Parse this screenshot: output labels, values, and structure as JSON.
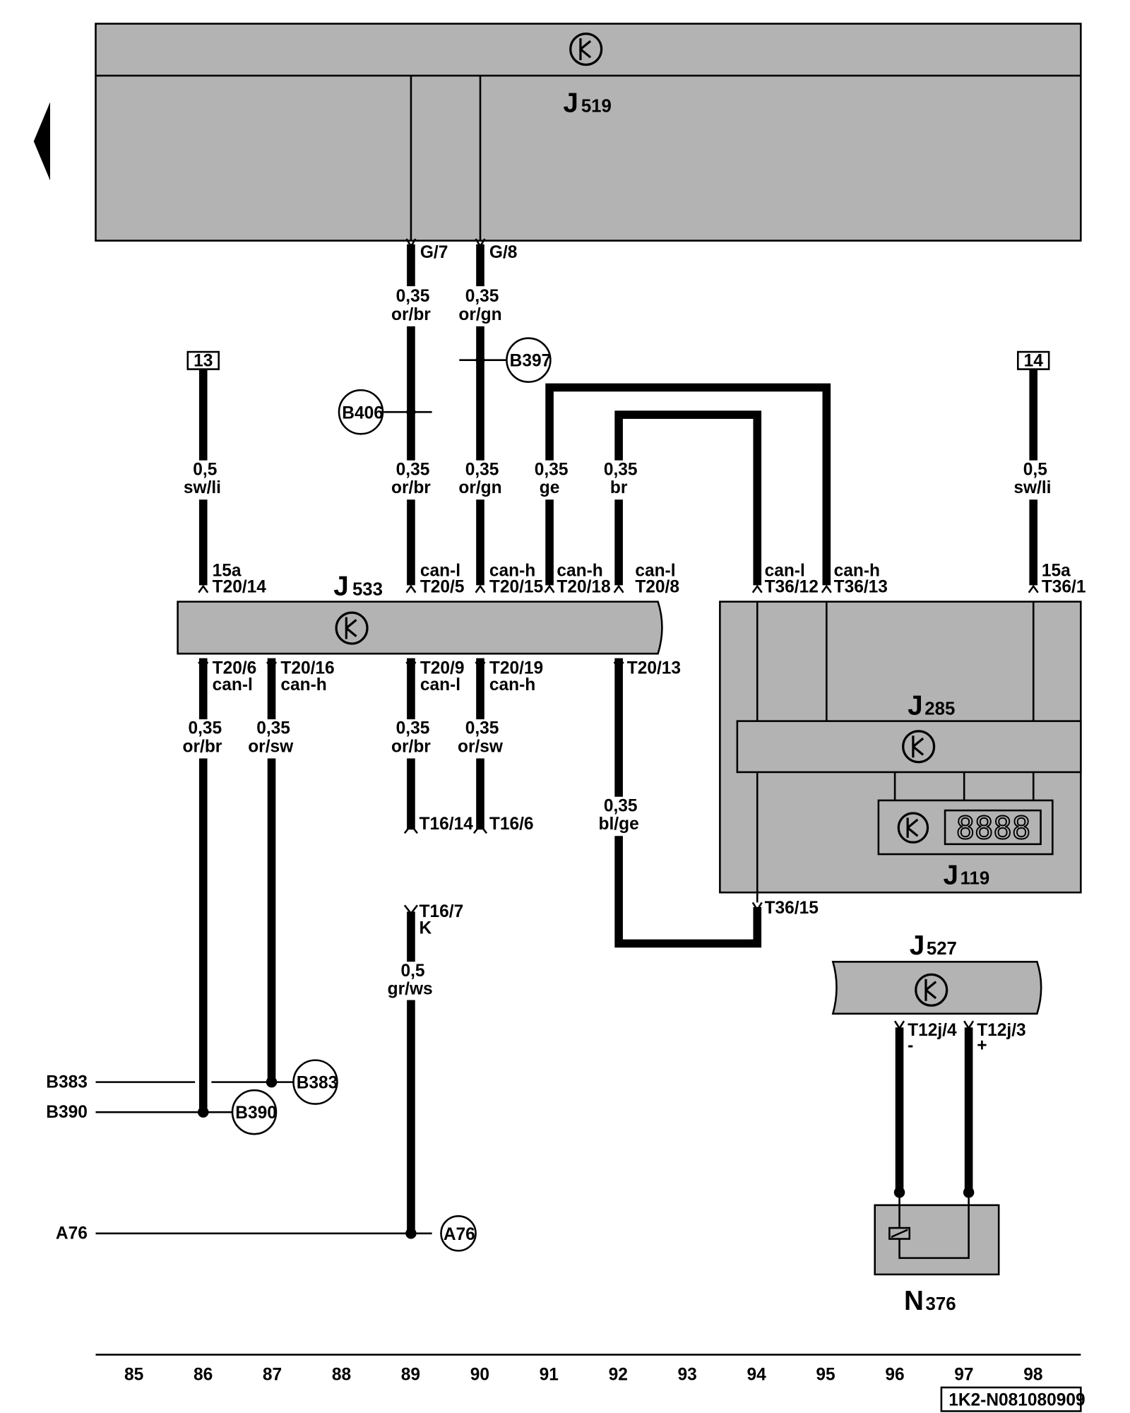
{
  "components": {
    "j519": {
      "letter": "J",
      "number": "519"
    },
    "j533": {
      "letter": "J",
      "number": "533"
    },
    "j285": {
      "letter": "J",
      "number": "285"
    },
    "j119": {
      "letter": "J",
      "number": "119",
      "display": "8888"
    },
    "j527": {
      "letter": "J",
      "number": "527"
    },
    "n376": {
      "letter": "N",
      "number": "376"
    }
  },
  "refs": {
    "r13": "13",
    "r14": "14"
  },
  "pins": {
    "g7": "G/7",
    "g8": "G/8",
    "c86_top_func": "15a",
    "c86_top_pin": "T20/14",
    "c89_top_func": "can-l",
    "c89_top_pin": "T20/5",
    "c90_top_func": "can-h",
    "c90_top_pin": "T20/15",
    "c91_top_func": "can-h",
    "c91_top_pin": "T20/18",
    "c92_top_func": "can-l",
    "c92_top_pin": "T20/8",
    "c94_top_func": "can-l",
    "c94_top_pin": "T36/12",
    "c95_top_func": "can-h",
    "c95_top_pin": "T36/13",
    "c98_top_func": "15a",
    "c98_top_pin": "T36/1",
    "c86_bot_pin": "T20/6",
    "c86_bot_func": "can-l",
    "c87_bot_pin": "T20/16",
    "c87_bot_func": "can-h",
    "c89_bot_pin": "T20/9",
    "c89_bot_func": "can-l",
    "c90_bot_pin": "T20/19",
    "c90_bot_func": "can-h",
    "c92_bot_pin": "T20/13",
    "t16_14": "T16/14",
    "t16_6": "T16/6",
    "t16_7": "T16/7",
    "t16_7_k": "K",
    "t36_15": "T36/15",
    "t12j4": "T12j/4",
    "t12j4_sign": "-",
    "t12j3": "T12j/3",
    "t12j3_sign": "+"
  },
  "wires": {
    "w89a": {
      "gauge": "0,35",
      "color": "or/br"
    },
    "w90a": {
      "gauge": "0,35",
      "color": "or/gn"
    },
    "w86a": {
      "gauge": "0,5",
      "color": "sw/li"
    },
    "w89b": {
      "gauge": "0,35",
      "color": "or/br"
    },
    "w90b": {
      "gauge": "0,35",
      "color": "or/gn"
    },
    "w91": {
      "gauge": "0,35",
      "color": "ge"
    },
    "w92": {
      "gauge": "0,35",
      "color": "br"
    },
    "w98": {
      "gauge": "0,5",
      "color": "sw/li"
    },
    "w86b": {
      "gauge": "0,35",
      "color": "or/br"
    },
    "w87b": {
      "gauge": "0,35",
      "color": "or/sw"
    },
    "w89c": {
      "gauge": "0,35",
      "color": "or/br"
    },
    "w90c": {
      "gauge": "0,35",
      "color": "or/sw"
    },
    "w92b": {
      "gauge": "0,35",
      "color": "bl/ge"
    },
    "w89d": {
      "gauge": "0,5",
      "color": "gr/ws"
    }
  },
  "connectors": {
    "b397": "B397",
    "b406": "B406",
    "b383": "B383",
    "b390": "B390",
    "a76": "A76"
  },
  "column_numbers": [
    "85",
    "86",
    "87",
    "88",
    "89",
    "90",
    "91",
    "92",
    "93",
    "94",
    "95",
    "96",
    "97",
    "98"
  ],
  "diagram_id": "1K2-N081080909"
}
